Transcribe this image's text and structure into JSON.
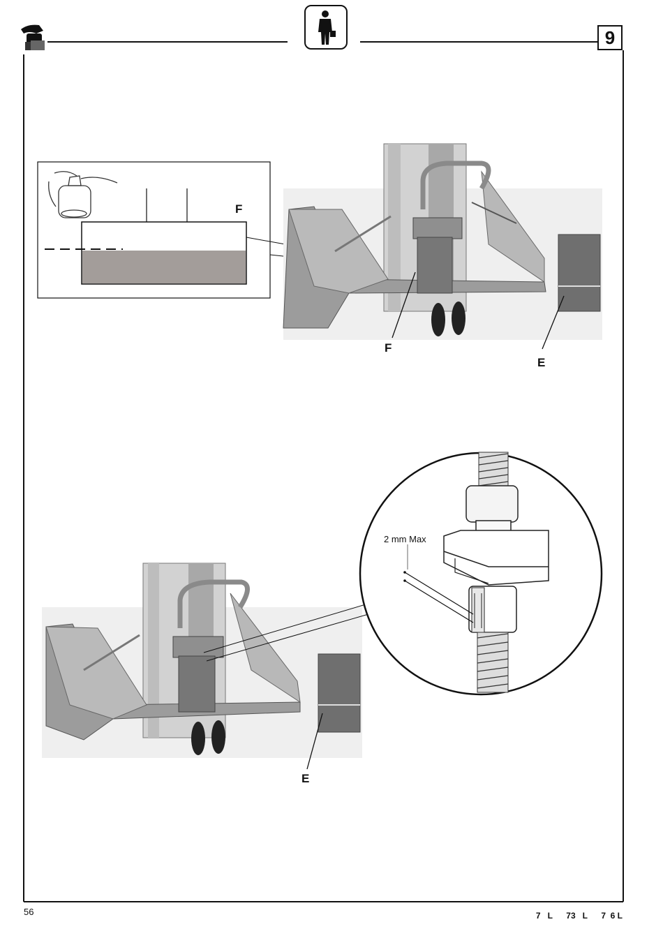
{
  "header": {
    "chapter_number": "9",
    "left_icon": "oil-can-icon",
    "center_icon": "operator-person-icon"
  },
  "figure_top": {
    "inset_label": "F",
    "callout_f": "F",
    "callout_e": "E"
  },
  "figure_bottom": {
    "dimension_label": "2 mm Max",
    "callout_e": "E"
  },
  "footer": {
    "page_number": "56",
    "model_codes": [
      "7   L",
      "73   L",
      "7  6 L"
    ]
  },
  "colors": {
    "ink": "#111111",
    "fill_gray": "#a39d9a",
    "photo_bg": "#efefef"
  }
}
